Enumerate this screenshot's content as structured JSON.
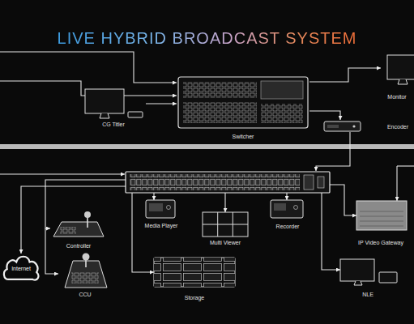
{
  "diagram": {
    "title": "LIVE HYBRID BROADCAST SYSTEM",
    "nodes": [
      {
        "text": [
          "Monitor"
        ]
      },
      {
        "text": [
          "CG Titler"
        ]
      },
      {
        "text": [
          "Switcher"
        ]
      },
      {
        "text": [
          "Encoder"
        ]
      },
      {
        "text": [
          "Media Player"
        ]
      },
      {
        "text": [
          "Recorder"
        ]
      },
      {
        "text": [
          "IP Video Gateway"
        ]
      },
      {
        "text": [
          "Controller"
        ]
      },
      {
        "text": [
          "Multi Viewer"
        ]
      },
      {
        "text": [
          "Internet"
        ]
      },
      {
        "text": [
          "CCU"
        ]
      },
      {
        "text": [
          "Storage"
        ]
      },
      {
        "text": [
          "NLE"
        ]
      }
    ],
    "edges": [
      {
        "from": 1,
        "to": 2,
        "arrow": "to"
      },
      {
        "from": 2,
        "to": 0,
        "arrow": "to"
      },
      {
        "from": 2,
        "to": 3,
        "arrow": "to"
      }
    ]
  }
}
